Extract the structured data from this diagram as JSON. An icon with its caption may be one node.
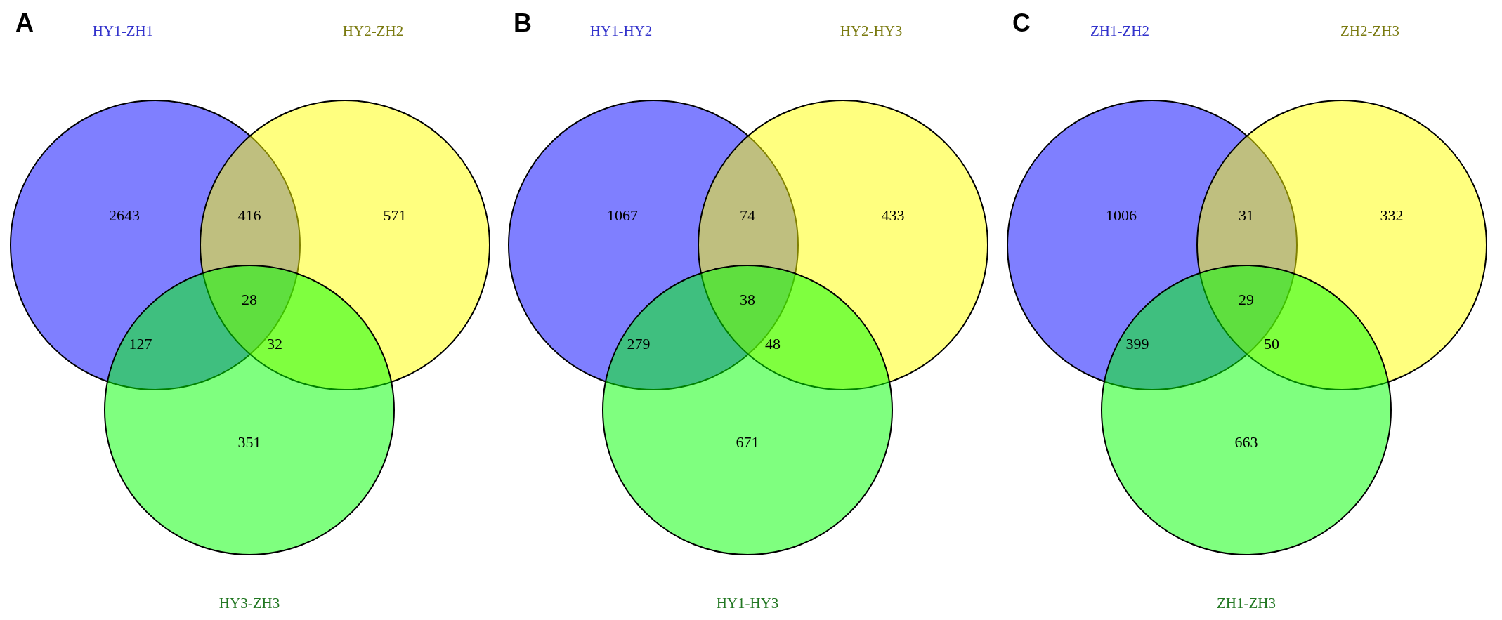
{
  "diagram": {
    "nodes": [
      {
        "text": [
          "HY1-ZH1"
        ]
      },
      {
        "text": [
          "HY2-ZH2"
        ]
      },
      {
        "text": [
          "HY3-ZH3"
        ]
      },
      {
        "text": [
          "HY1-HY2"
        ]
      },
      {
        "text": [
          "HY2-HY3"
        ]
      },
      {
        "text": [
          "HY1-HY3"
        ]
      },
      {
        "text": [
          "ZH1-ZH2"
        ]
      },
      {
        "text": [
          "ZH2-ZH3"
        ]
      },
      {
        "text": [
          "ZH1-ZH3"
        ]
      }
    ],
    "edges": [],
    "labels": [
      "A",
      "2643",
      "416",
      "571",
      "28",
      "127",
      "32",
      "351",
      "B",
      "1067",
      "74",
      "433",
      "38",
      "279",
      "48",
      "671",
      "C",
      "1006",
      "31",
      "332",
      "29",
      "399",
      "50",
      "663"
    ]
  }
}
